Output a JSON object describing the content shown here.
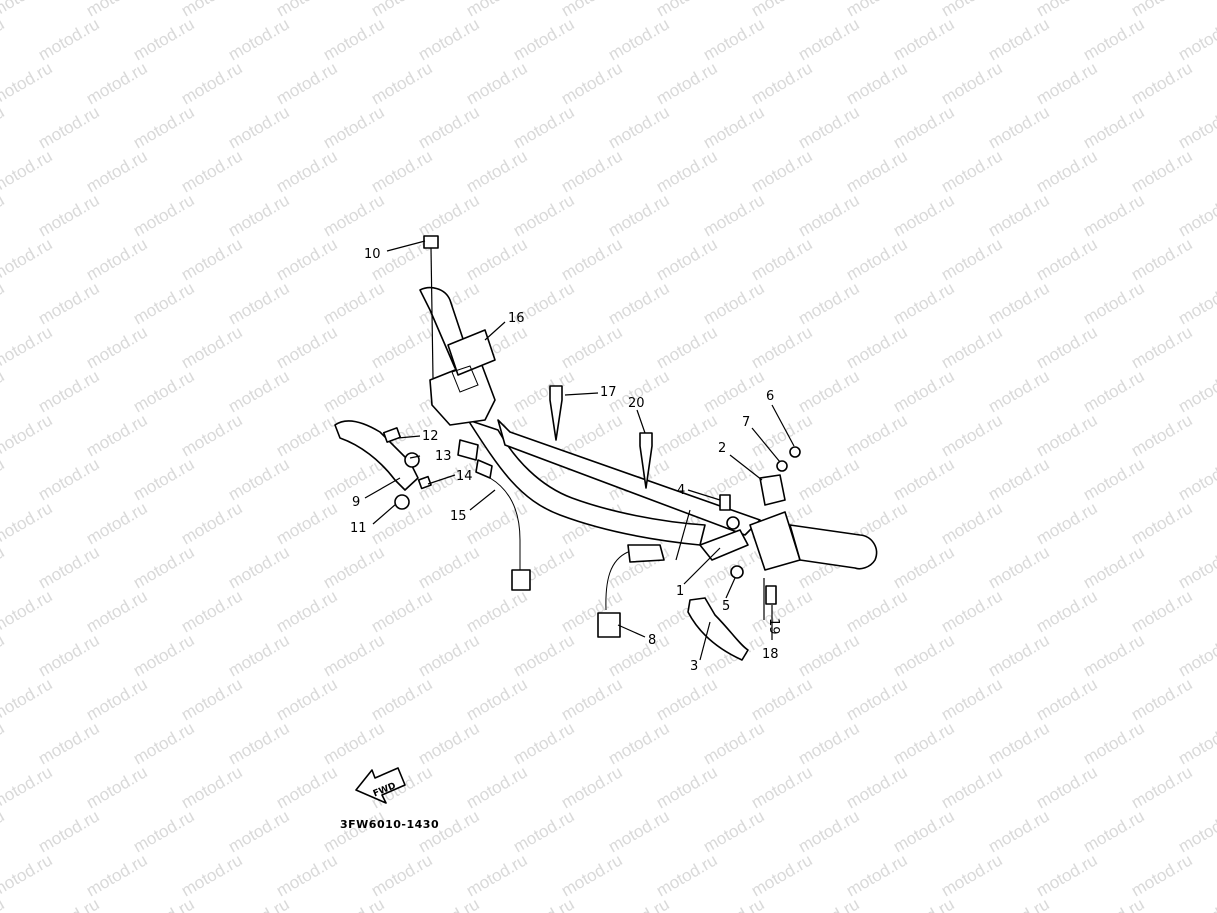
{
  "watermark": {
    "text": "motod.ru"
  },
  "diagram_code": "3FW6010-1430",
  "fwd_label": "FWD",
  "callouts": [
    "1",
    "2",
    "3",
    "4",
    "5",
    "6",
    "7",
    "8",
    "9",
    "10",
    "11",
    "12",
    "13",
    "14",
    "15",
    "16",
    "17",
    "18",
    "19",
    "20"
  ]
}
